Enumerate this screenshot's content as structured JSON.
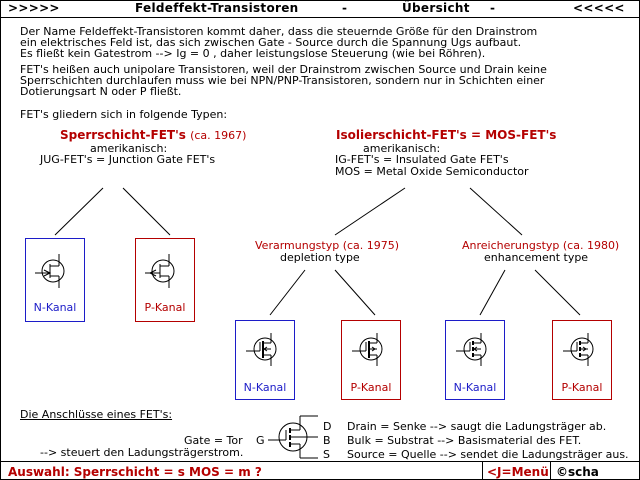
{
  "title": {
    "left_arrows": ">>>>>",
    "main": "Feldeffekt-Transistoren",
    "dash1": "-",
    "sub": "Übersicht",
    "dash2": "-",
    "right_arrows": "<<<<<"
  },
  "intro": {
    "line1": "Der Name Feldeffekt-Transistoren kommt daher, dass die steuernde Größe für den Drainstrom",
    "line2": "ein elektrisches Feld ist, das sich zwischen Gate - Source durch die Spannung Ugs aufbaut.",
    "line3": "Es fließt kein Gatestrom -->  Ig = 0 , daher leistungslose Steuerung (wie bei Röhren).",
    "line4": "FET's heißen auch unipolare Transistoren, weil der Drainstrom zwischen Source und Drain keine",
    "line5": "Sperrschichten durchlaufen muss wie bei NPN/PNP-Transistoren, sondern nur in Schichten einer",
    "line6": "Dotierungsart N oder P fließt.",
    "line7": "FET's gliedern sich in folgende Typen:"
  },
  "sperrschicht": {
    "heading": "Sperrschicht-FET's",
    "year": "(ca. 1967)",
    "line1": "amerikanisch:",
    "line2": "JUG-FET's = Junction Gate FET's"
  },
  "isolierschicht": {
    "heading": "Isolierschicht-FET's = MOS-FET's",
    "line1": "amerikanisch:",
    "line2": "IG-FET's = Insulated Gate FET's",
    "line3": "MOS = Metal Oxide Semiconductor"
  },
  "verarmung": {
    "title": "Verarmungstyp (ca. 1975)",
    "sub": "depletion type"
  },
  "anreicherung": {
    "title": "Anreicherungstyp (ca. 1980)",
    "sub": "enhancement type"
  },
  "boxes": {
    "jfet_n": "N-Kanal",
    "jfet_p": "P-Kanal",
    "dep_n": "N-Kanal",
    "dep_p": "P-Kanal",
    "enh_n": "N-Kanal",
    "enh_p": "P-Kanal"
  },
  "connections": {
    "heading": "Die Anschlüsse eines FET's:",
    "gate_label": "Gate = Tor",
    "gate_letter": "G",
    "gate_desc": "--> steuert den Ladungsträgerstrom.",
    "d_letter": "D",
    "d_desc": "Drain = Senke --> saugt die Ladungsträger ab.",
    "b_letter": "B",
    "b_desc": "Bulk  = Substrat --> Basismaterial des FET.",
    "s_letter": "S",
    "s_desc": "Source = Quelle --> sendet die Ladungsträger aus."
  },
  "footer": {
    "auswahl": "Auswahl:  Sperrschicht = s    MOS = m   ?",
    "menu": "<J=Menü",
    "copyright": "©scha"
  },
  "colors": {
    "red": "#b40000",
    "blue": "#1c1cc8"
  }
}
